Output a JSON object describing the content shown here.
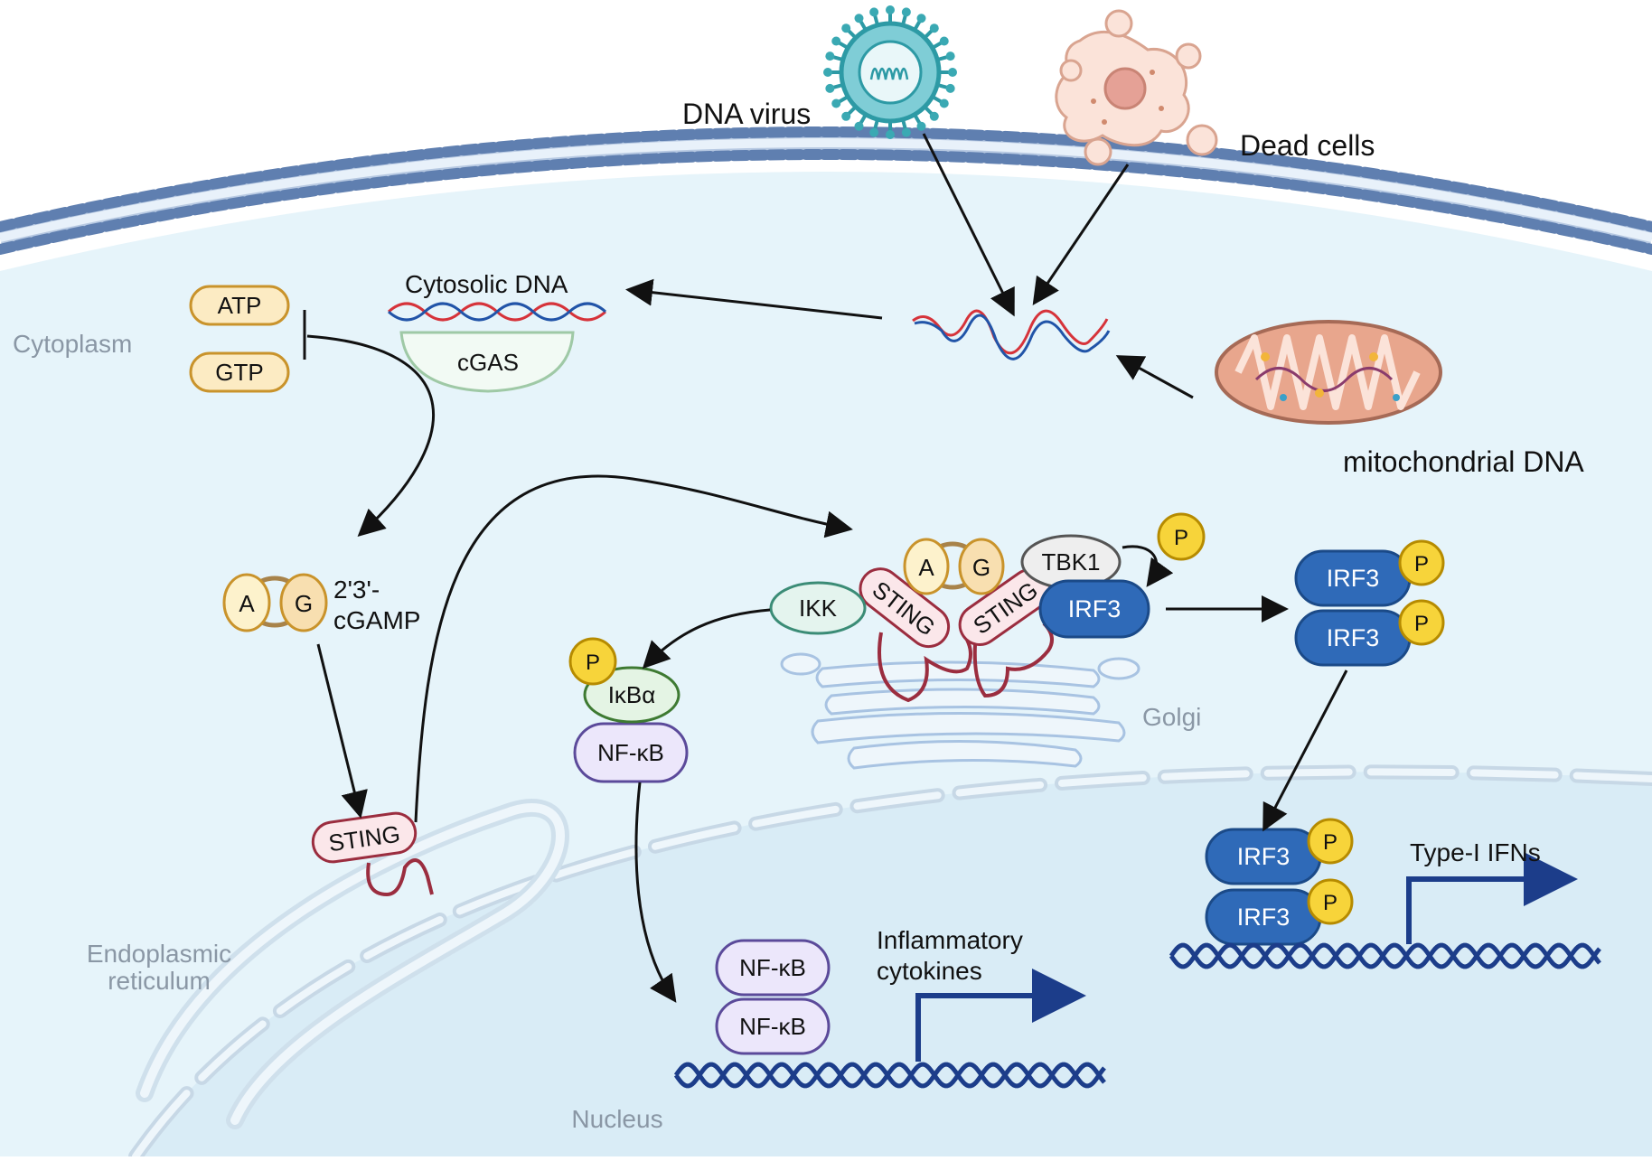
{
  "labels": {
    "dna_virus": "DNA virus",
    "dead_cells": "Dead cells",
    "mito_dna": "mitochondrial DNA",
    "cytosolic_dna": "Cytosolic DNA",
    "cytoplasm": "Cytoplasm",
    "golgi": "Golgi",
    "er_line1": "Endoplasmic",
    "er_line2": "reticulum",
    "nucleus": "Nucleus",
    "cgamp_line1": "2'3'-",
    "cgamp_line2": "cGAMP",
    "inflam_line1": "Inflammatory",
    "inflam_line2": "cytokines",
    "type1_ifn": "Type-I IFNs"
  },
  "molecules": {
    "atp": "ATP",
    "gtp": "GTP",
    "cgas": "cGAS",
    "a": "A",
    "g": "G",
    "sting": "STING",
    "ikk": "IKK",
    "tbk1": "TBK1",
    "irf3": "IRF3",
    "p": "P",
    "ikba": "IκBα",
    "nfkb": "NF-κB"
  },
  "colors": {
    "cytoplasm": "#e6f4fa",
    "membrane_head": "#5f7fb0",
    "irf3": "#2f6ab8",
    "phosphate": "#f7d43a",
    "sting_border": "#9b2d3f",
    "nfkb_fill": "#ece7fb",
    "nfkb_border": "#5b4a9a",
    "dna_dark": "#1c3d8a"
  }
}
